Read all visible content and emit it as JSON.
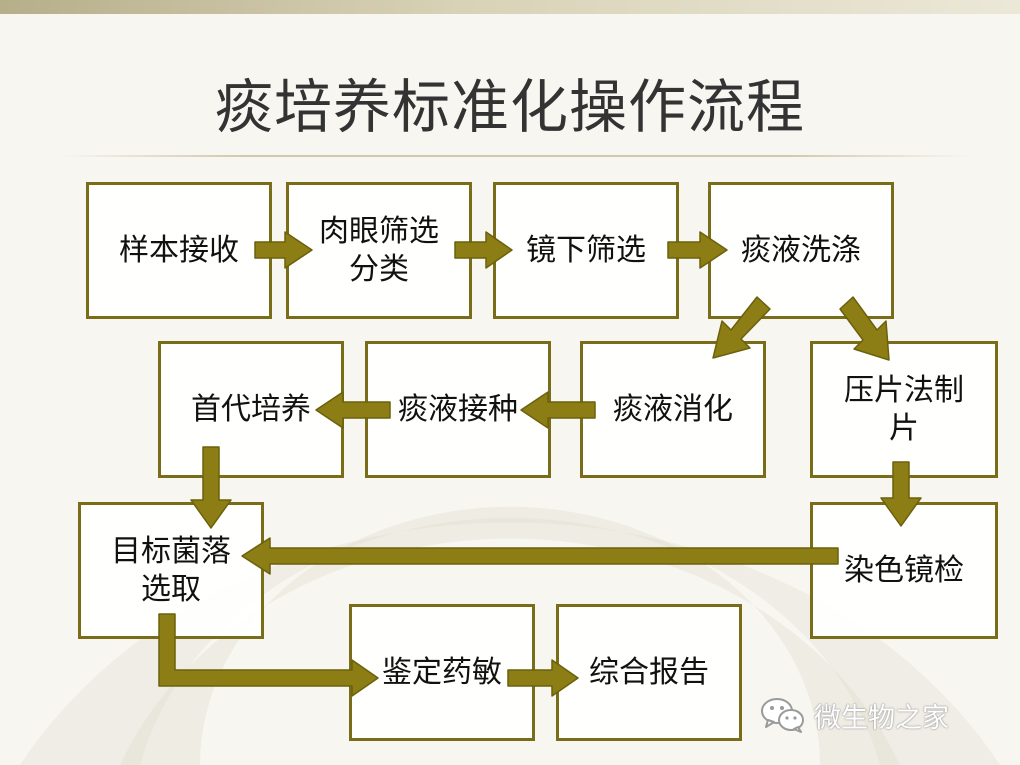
{
  "title": "痰培养标准化操作流程",
  "steps": {
    "sample_receive": "样本接收",
    "naked_eye_screen_line1": "肉眼筛选",
    "naked_eye_screen_line2": "分类",
    "microscope_screen": "镜下筛选",
    "sputum_wash": "痰液洗涤",
    "first_culture": "首代培养",
    "sputum_inoculate": "痰液接种",
    "sputum_digest": "痰液消化",
    "press_slide_line1": "压片法制",
    "press_slide_line2": "片",
    "target_colony_line1": "目标菌落",
    "target_colony_line2": "选取",
    "stain_microscopy": "染色镜检",
    "identify_ast": "鉴定药敏",
    "report": "综合报告"
  },
  "watermark": {
    "text": "微生物之家",
    "icon": "wechat-icon"
  },
  "colors": {
    "box_border": "#7a6d1a",
    "arrow_fill": "#8c7e14",
    "background": "#f7f6f1"
  }
}
